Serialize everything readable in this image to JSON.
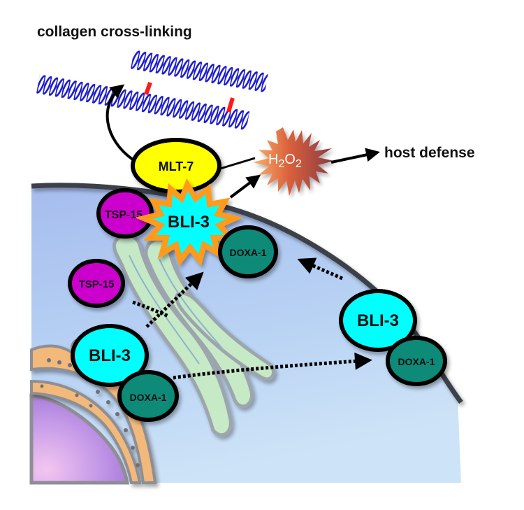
{
  "title": "collagen cross-linking",
  "outputs": {
    "host_defense": "host defense"
  },
  "molecules": {
    "h2o2": {
      "label_main": "H",
      "sub1": "2",
      "mid": "O",
      "sub2": "2"
    },
    "mlt7": {
      "label": "MLT-7",
      "color": "#ffff00"
    },
    "bli3_active": {
      "label": "BLI-3",
      "color": "#00ffff",
      "burst_color": "#ff9a1a"
    },
    "tsp15_membrane": {
      "label": "TSP-15",
      "color": "#cc00cc"
    },
    "doxa1_membrane": {
      "label": "DOXA-1",
      "color": "#0e8a78"
    },
    "tsp15_internal": {
      "label": "TSP-15",
      "color": "#cc00cc"
    },
    "bli3_right": {
      "label": "BLI-3",
      "color": "#00ffff"
    },
    "doxa1_right": {
      "label": "DOXA-1",
      "color": "#0e8a78"
    },
    "bli3_er": {
      "label": "BLI-3",
      "color": "#00ffff"
    },
    "doxa1_er": {
      "label": "DOXA-1",
      "color": "#0e8a78"
    }
  },
  "colors": {
    "collagen": "#1a1acc",
    "crosslink": "#ff1a1a",
    "membrane": "#3a3f4a",
    "cytoplasm_top": "#a9c2ee",
    "cytoplasm_bottom": "#c2dcf5",
    "golgi": "#c5ecc0",
    "er": "#f3b97a",
    "nucleus": "#c08ae8"
  }
}
